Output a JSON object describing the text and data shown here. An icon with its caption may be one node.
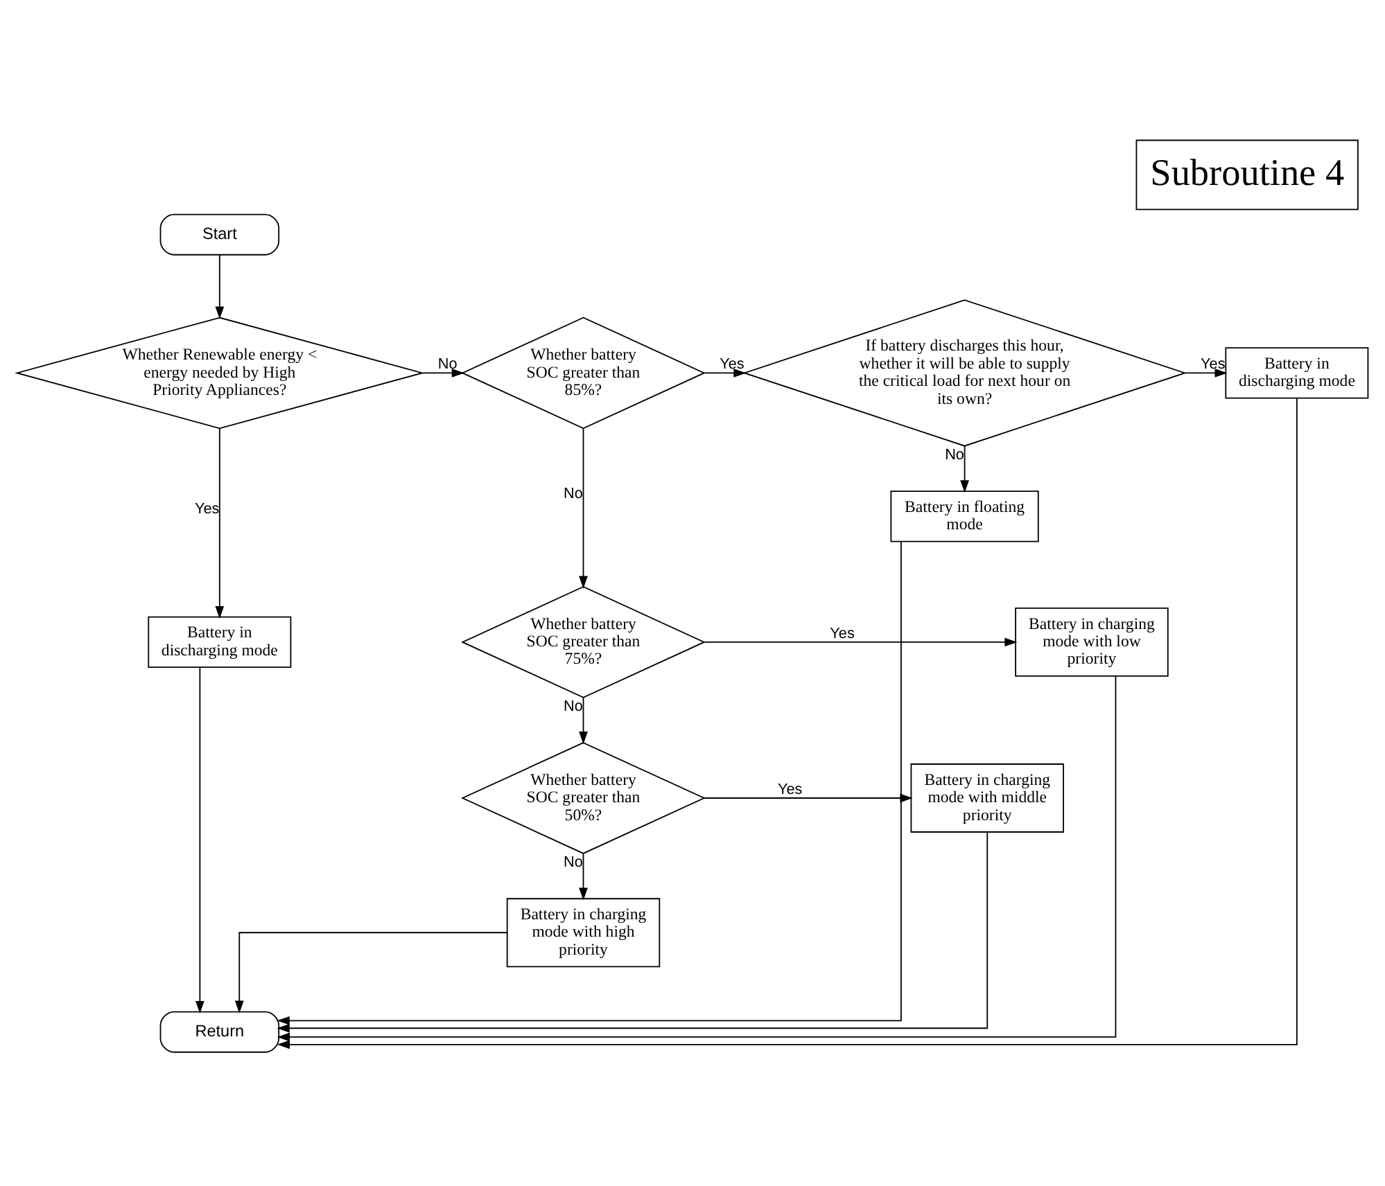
{
  "diagram": {
    "title": "Subroutine 4",
    "nodes": [
      {
        "text": [
          "Start"
        ]
      },
      {
        "text": [
          "Whether Renewable energy < energy needed by High Priority Appliances?"
        ]
      },
      {
        "text": [
          "Whether battery SOC greater than 85%?"
        ]
      },
      {
        "text": [
          "If battery discharges this hour, whether it will be able to supply the critical load for next hour on its own?"
        ]
      },
      {
        "text": [
          "Battery in discharging mode"
        ]
      },
      {
        "text": [
          "Battery in discharging mode"
        ]
      },
      {
        "text": [
          "Battery in floating mode"
        ]
      },
      {
        "text": [
          "Whether battery SOC greater than 75%?"
        ]
      },
      {
        "text": [
          "Battery in charging mode with low priority"
        ]
      },
      {
        "text": [
          "Whether battery SOC greater than 50%?"
        ]
      },
      {
        "text": [
          "Battery in charging mode with middle priority"
        ]
      },
      {
        "text": [
          "Battery in charging mode with high priority"
        ]
      },
      {
        "text": [
          "Return"
        ]
      }
    ],
    "edges": [
      {
        "from": 0,
        "to": 1,
        "arrow": "to"
      },
      {
        "from": 1,
        "to": 2,
        "arrow": "to",
        "label": "No"
      },
      {
        "from": 1,
        "to": 5,
        "arrow": "to",
        "label": "Yes"
      },
      {
        "from": 2,
        "to": 3,
        "arrow": "to",
        "label": "Yes"
      },
      {
        "from": 2,
        "to": 7,
        "arrow": "to",
        "label": "No"
      },
      {
        "from": 3,
        "to": 4,
        "arrow": "to",
        "label": "Yes"
      },
      {
        "from": 3,
        "to": 6,
        "arrow": "to",
        "label": "No"
      },
      {
        "from": 7,
        "to": 8,
        "arrow": "to",
        "label": "Yes"
      },
      {
        "from": 7,
        "to": 9,
        "arrow": "to",
        "label": "No"
      },
      {
        "from": 9,
        "to": 10,
        "arrow": "to",
        "label": "Yes"
      },
      {
        "from": 9,
        "to": 11,
        "arrow": "to",
        "label": "No"
      },
      {
        "from": 5,
        "to": 12,
        "arrow": "to"
      },
      {
        "from": 11,
        "to": 12,
        "arrow": "to"
      },
      {
        "from": 10,
        "to": 12,
        "arrow": "to"
      },
      {
        "from": 8,
        "to": 12,
        "arrow": "to"
      },
      {
        "from": 6,
        "to": 12,
        "arrow": "to"
      },
      {
        "from": 4,
        "to": 12,
        "arrow": "to"
      }
    ]
  }
}
